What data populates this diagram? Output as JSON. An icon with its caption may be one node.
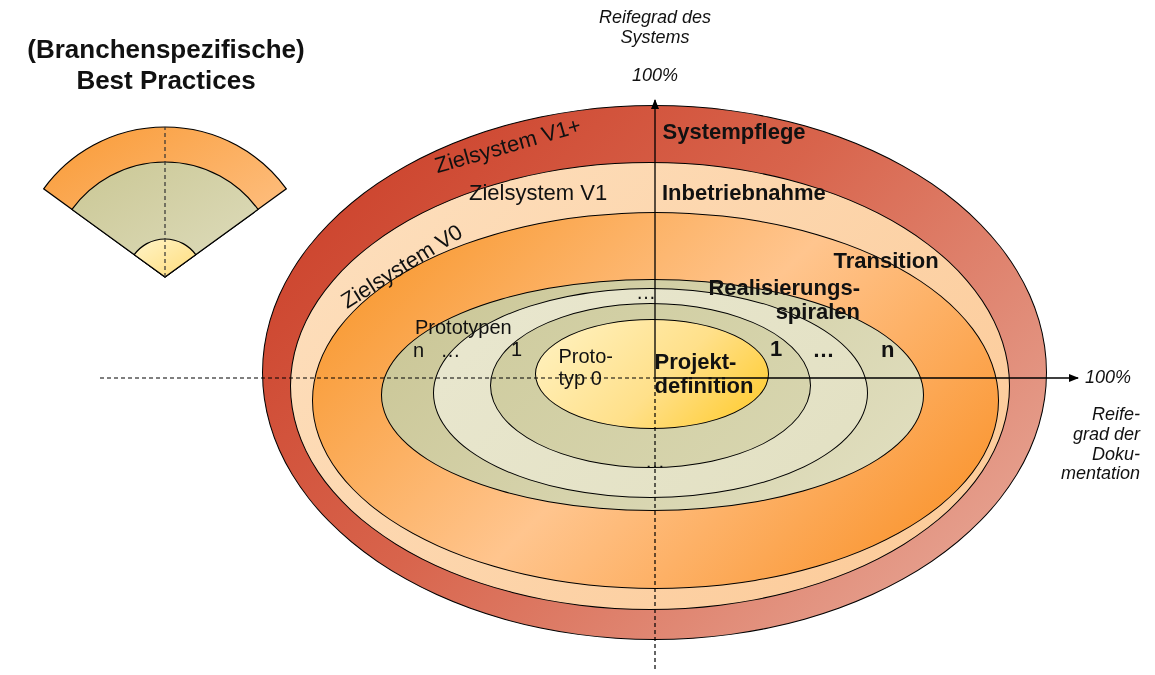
{
  "diagram": {
    "title": "(Branchenspezifische) Best Practices",
    "nodes": [
      {
        "text": [
          "Zielsystem V1+",
          "Systempflege"
        ]
      },
      {
        "text": [
          "Zielsystem V1",
          "Inbetriebnahme"
        ],
        "in": 0
      },
      {
        "text": [
          "Zielsystem V0",
          "Transition"
        ],
        "in": 1
      },
      {
        "text": [
          "n",
          "n"
        ],
        "in": 2
      },
      {
        "text": [
          "…",
          "…"
        ],
        "in": 3
      },
      {
        "text": [
          "1",
          "1"
        ],
        "in": 4
      },
      {
        "text": [
          "Proto- typ 0",
          "Projekt- definition"
        ],
        "in": 5
      }
    ],
    "labels": [
      "Reifegrad des Systems",
      "100%",
      "…",
      "Realisierungs- spiralen",
      "Prototypen",
      "…",
      "100%",
      "Reife- grad der Doku- mentation"
    ]
  }
}
